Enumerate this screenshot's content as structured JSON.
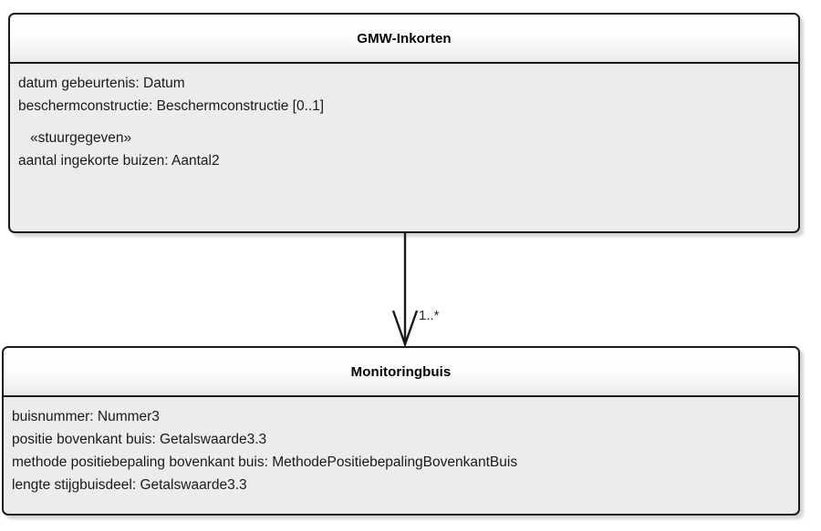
{
  "diagram": {
    "type": "uml-class-diagram",
    "background_color": "#ffffff",
    "classes": [
      {
        "name": "GMW-Inkorten",
        "attributes": [
          {
            "text": "datum gebeurtenis: Datum",
            "kind": "attribute"
          },
          {
            "text": "beschermconstructie: Beschermconstructie [0..1]",
            "kind": "attribute"
          },
          {
            "text": "«stuurgegeven»",
            "kind": "stereotype"
          },
          {
            "text": "aantal ingekorte buizen: Aantal2",
            "kind": "attribute"
          }
        ]
      },
      {
        "name": "Monitoringbuis",
        "attributes": [
          {
            "text": "buisnummer: Nummer3",
            "kind": "attribute"
          },
          {
            "text": "positie bovenkant buis: Getalswaarde3.3",
            "kind": "attribute"
          },
          {
            "text": "methode positiebepaling bovenkant buis: MethodePositiebepalingBovenkantBuis",
            "kind": "attribute"
          },
          {
            "text": "lengte stijgbuisdeel: Getalswaarde3.3",
            "kind": "attribute"
          }
        ]
      }
    ],
    "association": {
      "source": "GMW-Inkorten",
      "target": "Monitoringbuis",
      "arrow_style": "open-arrowhead",
      "multiplicity_target": "1..*",
      "line_color": "#1a1a1a"
    },
    "colors": {
      "border": "#1a1a1a",
      "header_fill_top": "#ffffff",
      "header_fill_bottom": "#e9e9e9",
      "body_fill": "#ececec",
      "text": "#1a1a1a"
    }
  }
}
